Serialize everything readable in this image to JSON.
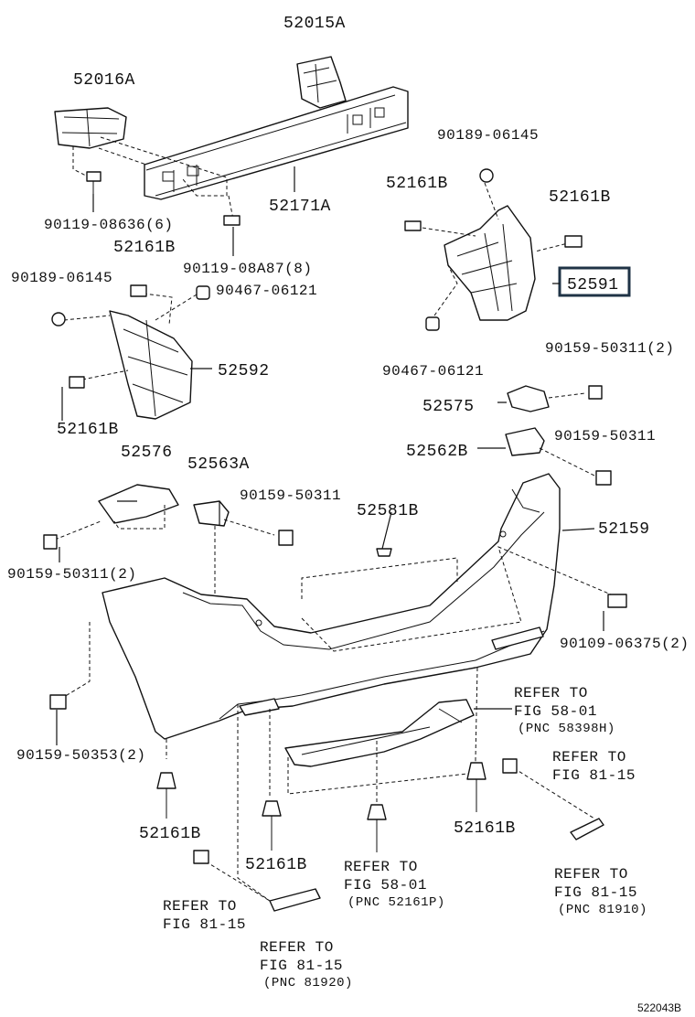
{
  "figure_id": "522043B",
  "highlighted_part": "52591",
  "labels": {
    "p52015A": "52015A",
    "p52016A": "52016A",
    "p52171A": "52171A",
    "p90119_08636": "90119-08636(6)",
    "p90119_08A87": "90119-08A87(8)",
    "p90189_06145_r": "90189-06145",
    "p52161B_r1": "52161B",
    "p52161B_r2": "52161B",
    "p52591": "52591",
    "p90467_06121_r": "90467-06121",
    "p52161B_l1": "52161B",
    "p90189_06145_l": "90189-06145",
    "p90467_06121_l": "90467-06121",
    "p52592": "52592",
    "p52161B_l2": "52161B",
    "p90159_50311_2a": "90159-50311(2)",
    "p52575": "52575",
    "p90159_50311_a": "90159-50311",
    "p52562B": "52562B",
    "p52576": "52576",
    "p52563A": "52563A",
    "p90159_50311_b": "90159-50311",
    "p52581B": "52581B",
    "p52159": "52159",
    "p90159_50311_2b": "90159-50311(2)",
    "p90109_06375": "90109-06375(2)",
    "p90159_50353": "90159-50353(2)",
    "p52161B_b1": "52161B",
    "p52161B_b2": "52161B",
    "p52161B_b3": "52161B"
  },
  "refers": {
    "r1": {
      "line1": "REFER TO",
      "line2": "FIG 58-01",
      "pnc": "(PNC 58398H)"
    },
    "r2": {
      "line1": "REFER TO",
      "line2": "FIG 81-15"
    },
    "r3": {
      "line1": "REFER TO",
      "line2": "FIG 58-01",
      "pnc": "(PNC 52161P)"
    },
    "r4": {
      "line1": "REFER TO",
      "line2": "FIG 81-15",
      "pnc": "(PNC 81910)"
    },
    "r5": {
      "line1": "REFER TO",
      "line2": "FIG 81-15"
    },
    "r6": {
      "line1": "REFER TO",
      "line2": "FIG 81-15",
      "pnc": "(PNC 81920)"
    }
  }
}
